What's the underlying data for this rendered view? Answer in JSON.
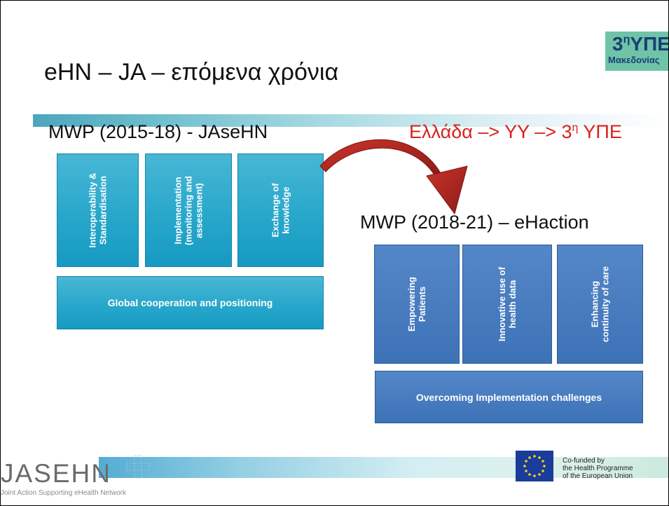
{
  "logo": {
    "main": "3",
    "main_sup": "η",
    "main_suffix": "ΥΠΕ",
    "sub": "Μακεδονίας"
  },
  "title": "eHN – JA – επόμενα χρόνια",
  "mwp1": {
    "heading": "MWP (2015-18) - JAseHN",
    "boxes": [
      "Interoperability &\nStandardisation",
      "Implementation\n(monitoring and\nassessment)",
      "Exchange of\nknowledge"
    ],
    "wide_box": "Global cooperation and positioning"
  },
  "greek_path": {
    "text": "Ελλάδα –> ΥΥ –> 3",
    "sup": "η",
    "suffix": " ΥΠΕ"
  },
  "mwp2": {
    "heading": "MWP (2018-21) – eHaction",
    "boxes": [
      "Empowering\nPatients",
      "Innovative use of\nhealth data",
      "Enhancing\ncontinuity of care"
    ],
    "wide_box": "Overcoming Implementation challenges"
  },
  "footer": {
    "jasehn_logo": "JASEHN",
    "jasehn_sub": "Joint Action Supporting eHealth Network",
    "cofunded": "Co-funded by\nthe Health Programme\nof the European Union"
  },
  "colors": {
    "teal": "#28a7cb",
    "blue": "#3e72b7",
    "red": "#d9211e",
    "arrow": "#b3261e"
  }
}
